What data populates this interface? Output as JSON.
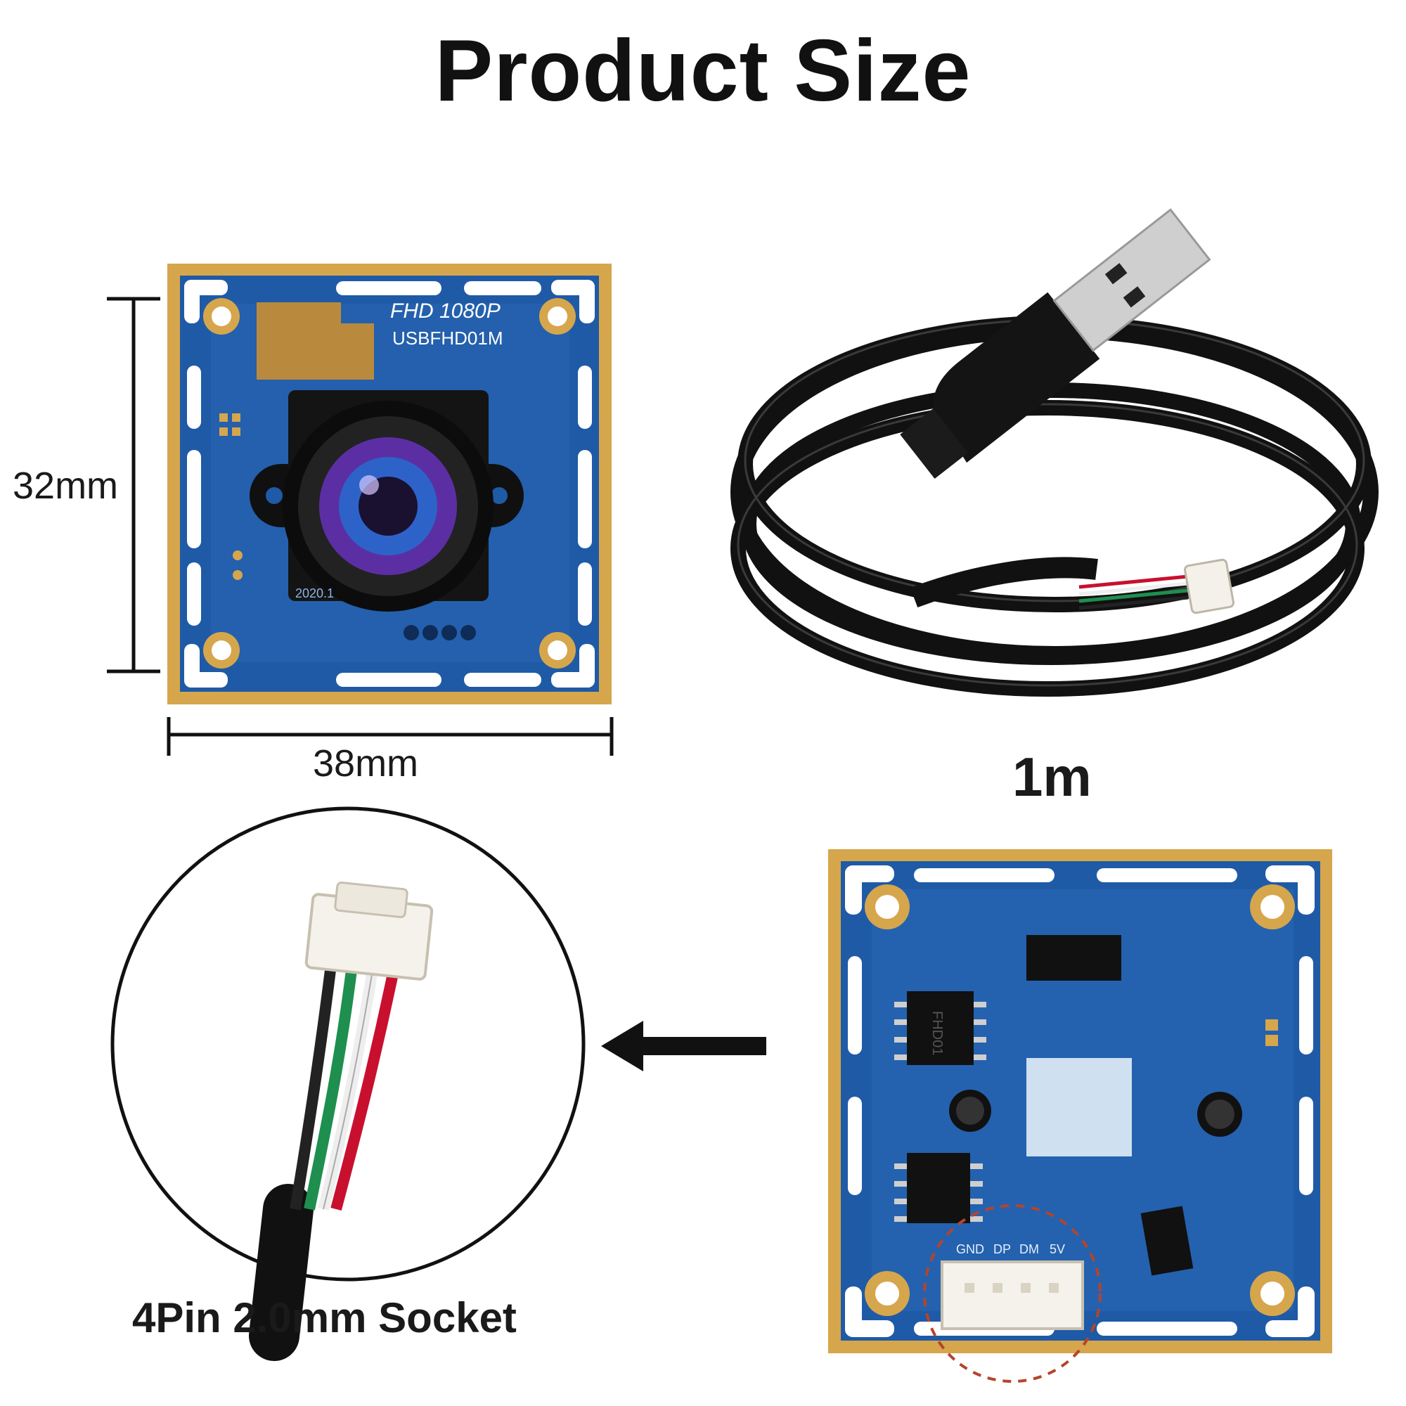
{
  "title": "Product Size",
  "dimensions": {
    "height": "32mm",
    "width": "38mm",
    "cable_length": "1m"
  },
  "board_front": {
    "silk_line_1": "FHD 1080P",
    "silk_line_2": "USBFHD01M",
    "date_code": "2020.1"
  },
  "board_back": {
    "chip_label": "FHD01",
    "pins": [
      "GND",
      "DP",
      "DM",
      "5V"
    ]
  },
  "socket_caption": "4Pin 2.0mm Socket",
  "colors": {
    "pcb_blue": "#1f5aa6",
    "gold": "#d4a24a",
    "cable_black": "#111111",
    "wire_red": "#c8102e",
    "wire_green": "#1e8f4e",
    "wire_white": "#eeeeee",
    "highlight_circle": "#b5442b"
  }
}
